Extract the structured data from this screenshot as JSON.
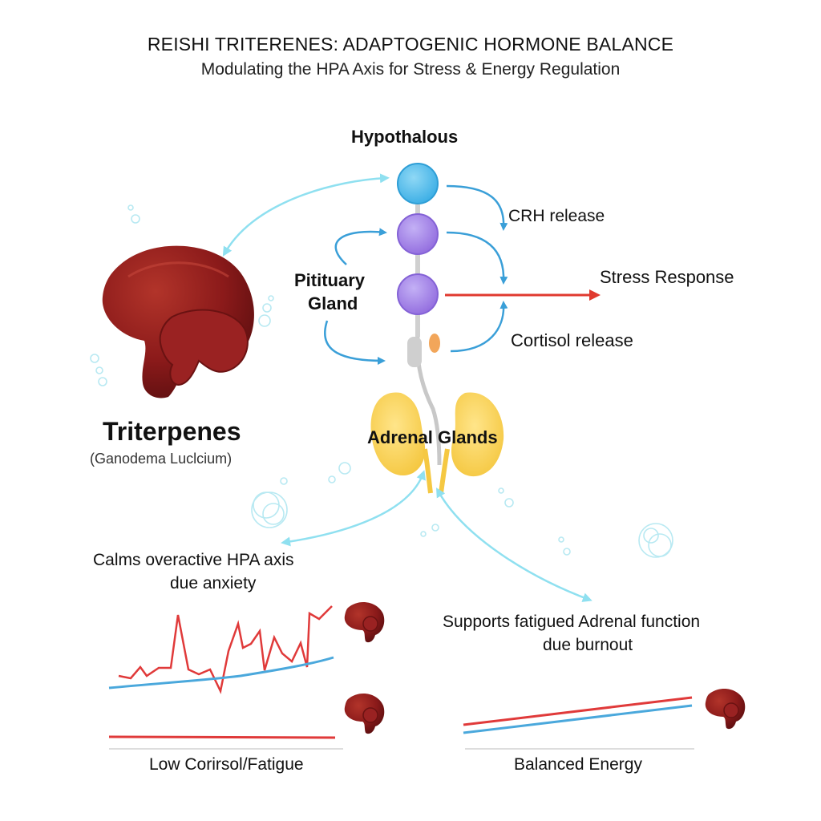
{
  "header": {
    "title": "REISHI TRITERENES: ADAPTOGENIC HORMONE BALANCE",
    "subtitle": "Modulating the HPA Axis for Stress & Energy Regulation"
  },
  "axis": {
    "hypothalamus_label": "Hypothalous",
    "crh_label": "CRH release",
    "stress_label": "Stress Response",
    "cortisol_label": "Cortisol release",
    "pituitary_line1": "Pitituary",
    "pituitary_line2": "Gland",
    "adrenal_label": "Adrenal Glands"
  },
  "reishi": {
    "name": "Triterpenes",
    "species": "(Ganodema Luclcium)"
  },
  "effects": {
    "calms_line1": "Calms overactive HPA axis",
    "calms_line2": "due anxiety",
    "supports_line1": "Supports fatigued Adrenal function",
    "supports_line2": "due burnout"
  },
  "charts": {
    "left_label": "Low Corirsol/Fatigue",
    "right_label": "Balanced Energy"
  },
  "colors": {
    "hypothalamus": "#5bc0eb",
    "pituitary": "#a78bea",
    "adrenal": "#f7d35a",
    "stress_arrow": "#e03a2f",
    "flow_arrow": "#3a9fd8",
    "mushroom": "#8b1a1a",
    "chart_red": "#e03a3a",
    "chart_blue": "#4aa8dc"
  },
  "icons": [
    "reishi-mushroom-icon",
    "node-hypothalamus",
    "node-pituitary",
    "adrenal-gland-icon"
  ]
}
